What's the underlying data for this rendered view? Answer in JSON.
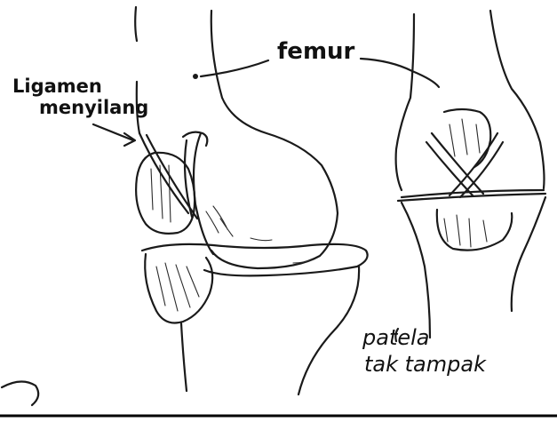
{
  "labels": {
    "femur": "femur",
    "ligament_line1": "Ligamen",
    "ligament_line2": "menyilang",
    "patella_line1": "patela",
    "patella_line2": "tak tampak"
  },
  "colors": {
    "ink": "#1a1a1a",
    "background": "#ffffff"
  }
}
